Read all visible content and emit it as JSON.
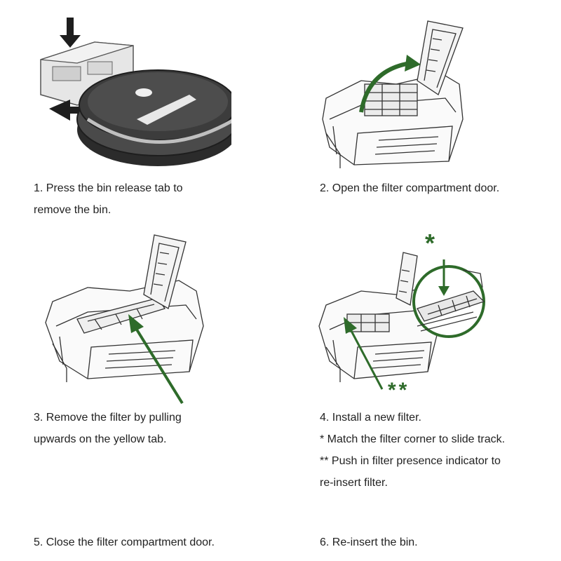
{
  "colors": {
    "accent_green": "#2e6b2a",
    "line_dark": "#3a3a3a",
    "text": "#222222"
  },
  "steps": [
    {
      "lines": [
        "1. Press the bin release tab to",
        "remove the bin."
      ]
    },
    {
      "lines": [
        "2. Open the filter compartment door."
      ]
    },
    {
      "lines": [
        "3. Remove the filter by pulling",
        "upwards on the yellow tab."
      ]
    },
    {
      "lines": [
        "4. Install a new filter.",
        "* Match the filter corner to slide track.",
        "** Push in filter presence indicator to",
        "re-insert filter."
      ]
    },
    {
      "lines": [
        "5. Close the filter compartment door."
      ]
    },
    {
      "lines": [
        "6. Re-insert the bin."
      ]
    }
  ],
  "markers": {
    "single": "*",
    "double": "**"
  }
}
